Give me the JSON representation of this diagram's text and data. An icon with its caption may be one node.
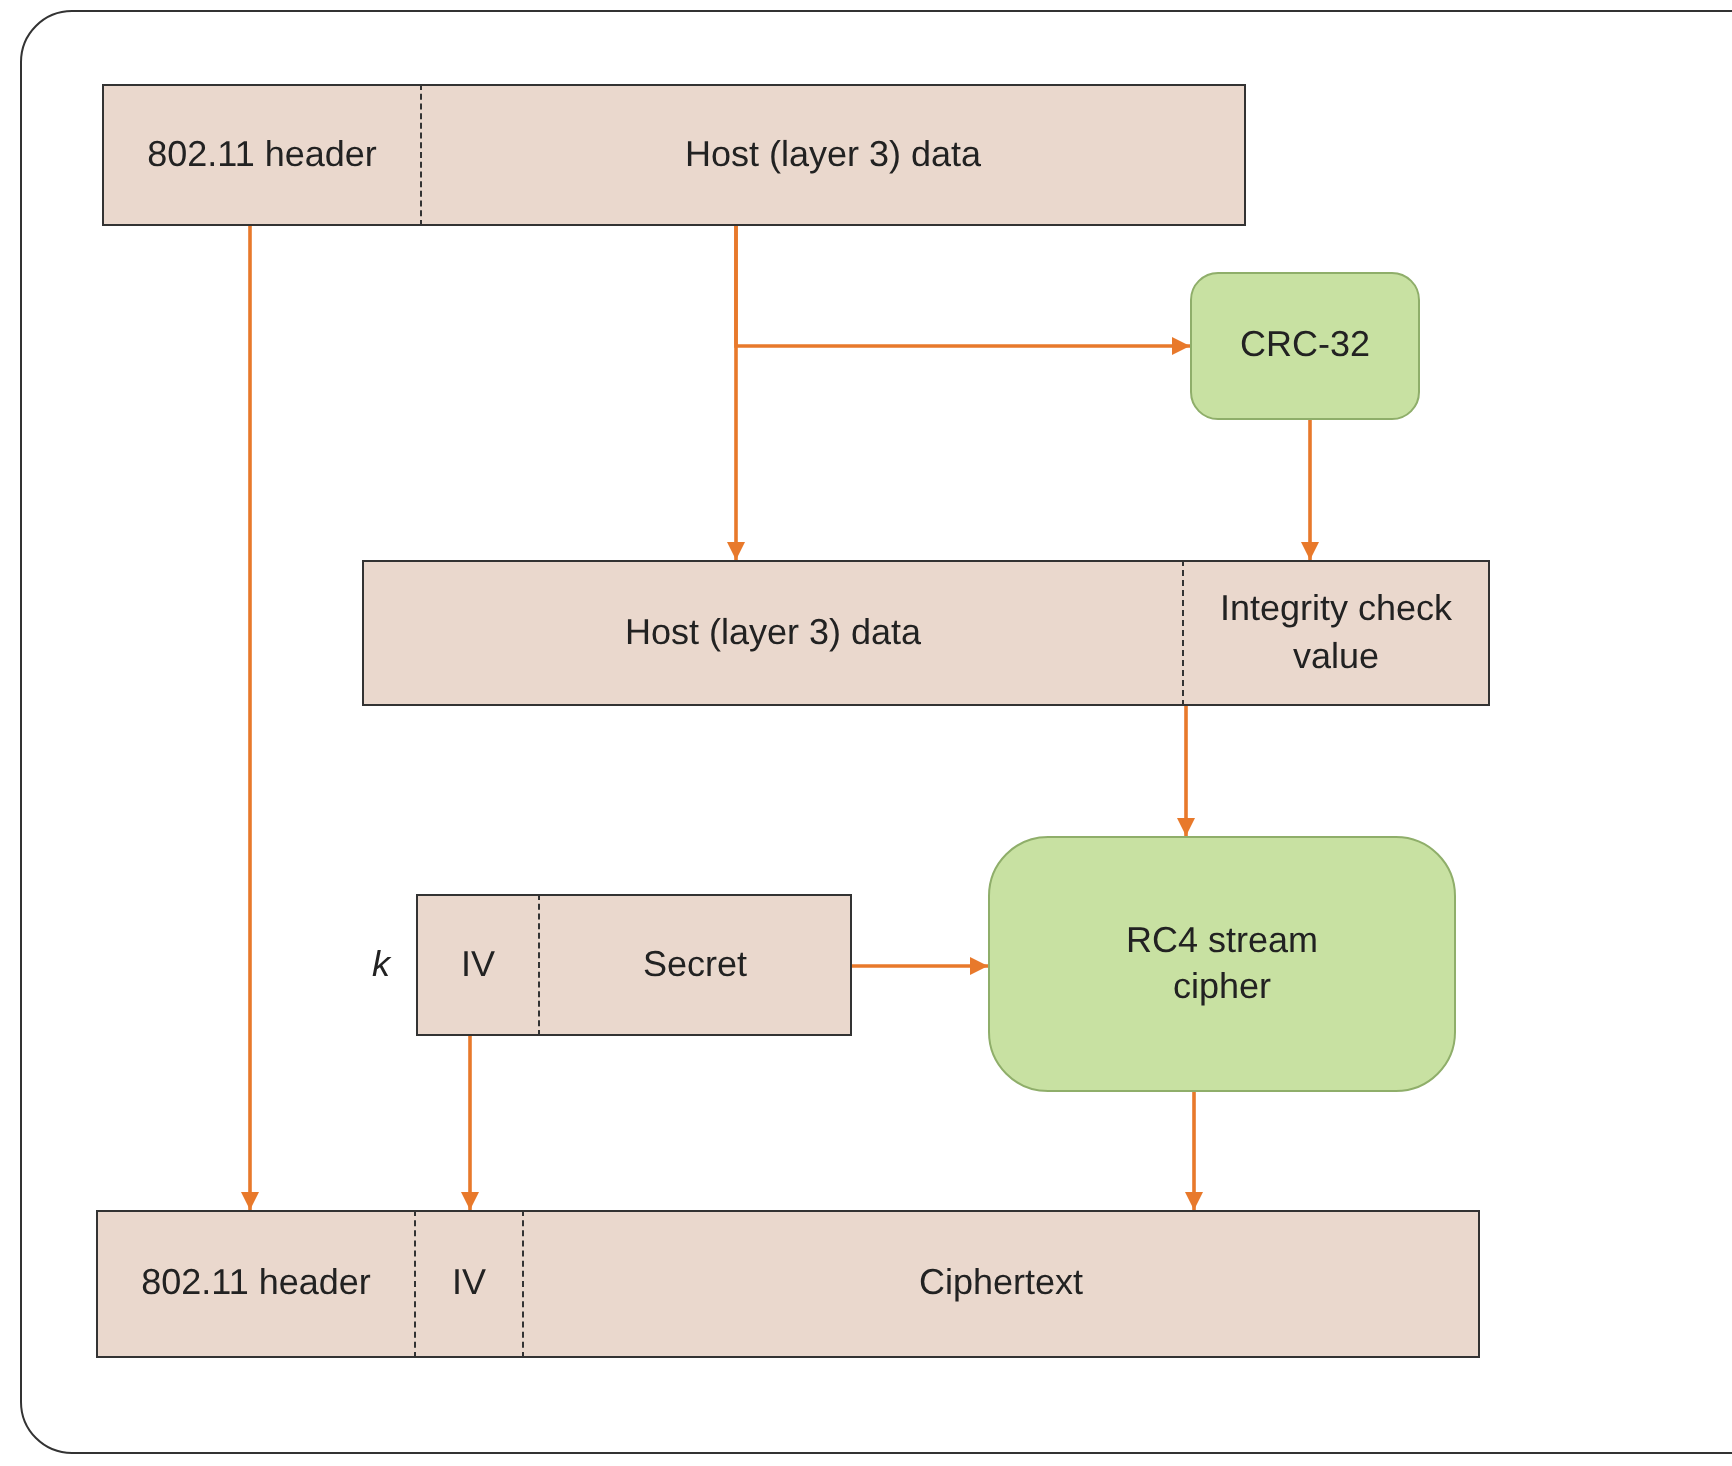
{
  "diagram": {
    "nodes": [
      {
        "text": [
          "802.11 header"
        ]
      },
      {
        "text": [
          "Host (layer 3) data"
        ]
      },
      {
        "text": [
          "CRC-32"
        ]
      },
      {
        "text": [
          "Host (layer 3) data"
        ]
      },
      {
        "text": [
          "Integrity check value"
        ]
      },
      {
        "text": [
          "IV"
        ]
      },
      {
        "text": [
          "Secret"
        ]
      },
      {
        "text": [
          "RC4 stream cipher"
        ]
      },
      {
        "text": [
          "802.11 header"
        ]
      },
      {
        "text": [
          "IV"
        ]
      },
      {
        "text": [
          "Ciphertext"
        ]
      }
    ],
    "edges": [
      {
        "from": 0,
        "to": 8,
        "arrow": "to"
      },
      {
        "from": 1,
        "to": 2,
        "arrow": "to"
      },
      {
        "from": 1,
        "to": 3,
        "arrow": "to"
      },
      {
        "from": 2,
        "to": 4,
        "arrow": "to"
      },
      {
        "from": 4,
        "to": 7,
        "arrow": "to"
      },
      {
        "from": 6,
        "to": 7,
        "arrow": "to"
      },
      {
        "from": 5,
        "to": 9,
        "arrow": "to"
      },
      {
        "from": 7,
        "to": 10,
        "arrow": "to"
      }
    ],
    "labels": [
      "k"
    ]
  }
}
